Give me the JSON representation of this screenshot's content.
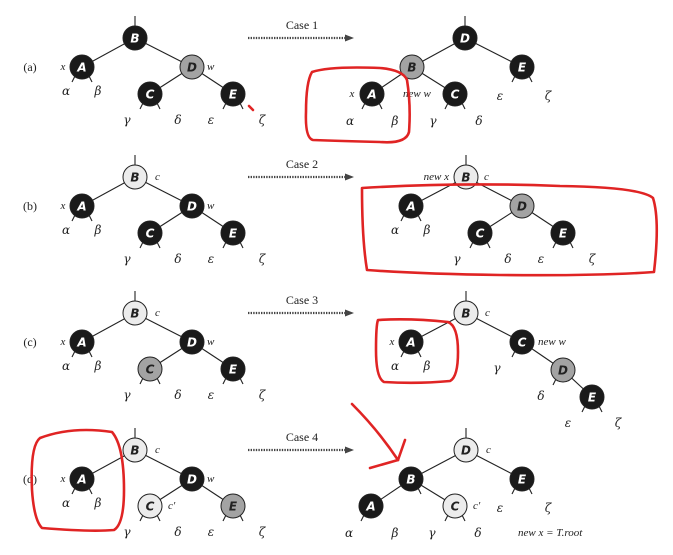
{
  "row_labels": [
    "(a)",
    "(b)",
    "(c)",
    "(d)"
  ],
  "case_labels": [
    "Case 1",
    "Case 2",
    "Case 3",
    "Case 4"
  ],
  "node_letters": [
    "A",
    "B",
    "C",
    "D",
    "E"
  ],
  "greek": [
    "α",
    "β",
    "γ",
    "δ",
    "ε",
    "ζ"
  ],
  "annotations": {
    "x": "x",
    "w": "w",
    "c": "c",
    "c_prime": "c′",
    "new_w": "new w",
    "new_x": "new x",
    "new_x_root": "new x = T.root"
  },
  "colors": {
    "black_node": "#1a1a1a",
    "gray_node": "#a3a3a3",
    "light_node": "#ececec",
    "red_mark": "#e02424"
  }
}
